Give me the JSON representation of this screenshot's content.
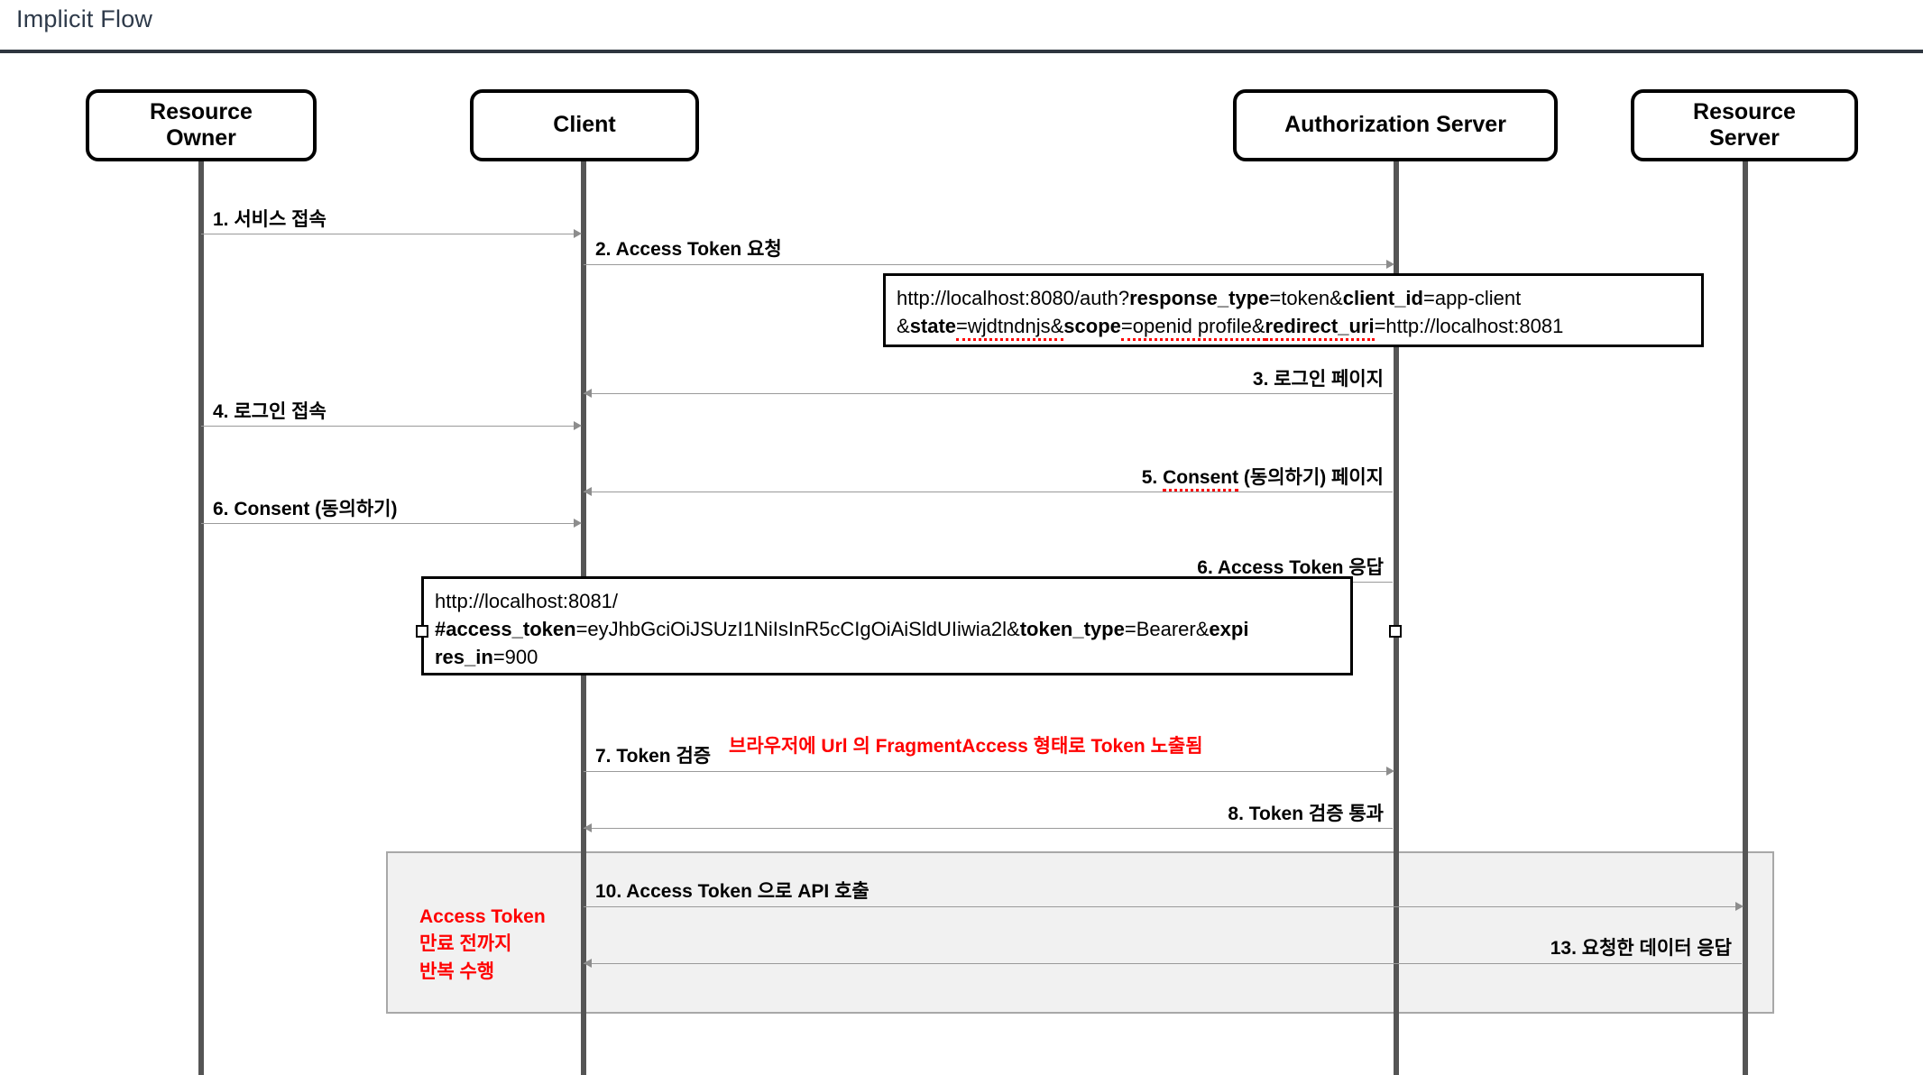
{
  "header": {
    "title": "Implicit Flow"
  },
  "participants": [
    {
      "name": "resource-owner",
      "label": "Resource\nOwner"
    },
    {
      "name": "client",
      "label": "Client"
    },
    {
      "name": "authorization-server",
      "label": "Authorization Server"
    },
    {
      "name": "resource-server",
      "label": "Resource\nServer"
    }
  ],
  "messages": [
    {
      "id": "m1",
      "label": "1. 서비스 접속"
    },
    {
      "id": "m2",
      "label": "2. Access Token 요청"
    },
    {
      "id": "m3",
      "label": "3. 로그인 페이지"
    },
    {
      "id": "m4",
      "label": "4. 로그인 접속"
    },
    {
      "id": "m5",
      "label": "5. Consent (동의하기) 페이지"
    },
    {
      "id": "m5a",
      "label": "5. "
    },
    {
      "id": "m5b",
      "label": "Consent"
    },
    {
      "id": "m5c",
      "label": " (동의하기) 페이지"
    },
    {
      "id": "m6",
      "label": "6. Consent (동의하기)"
    },
    {
      "id": "m7",
      "label": "6. Access Token 응답"
    },
    {
      "id": "m8",
      "label": "7. Token 검증"
    },
    {
      "id": "m9",
      "label": "8. Token 검증 통과"
    },
    {
      "id": "m10",
      "label": "10. Access Token 으로 API 호출"
    },
    {
      "id": "m11",
      "label": "13. 요청한 데이터 응답"
    }
  ],
  "notes": {
    "auth_request": {
      "line1_pre": "http://localhost:8080/auth?",
      "line1_k1": "response_type",
      "line1_v1": "=token&",
      "line1_k2": "client_id",
      "line1_v2": "=app-client",
      "line2_amp": "&",
      "line2_k1": "state",
      "line2_v1": "=wjdtndnjs&",
      "line2_k2": "scope",
      "line2_v2": "=openid profile&",
      "line2_k3": "redirect_uri",
      "line2_v3": "=http://localhost:8081"
    },
    "token_fragment": {
      "line1": "http://localhost:8081/",
      "k1": "#access_token",
      "v1": "=eyJhbGciOiJSUzI1NiIsInR5cCIgOiAiSldUIiwia2l&",
      "k2": "token_type",
      "v2": "=Bearer&",
      "k3": "expi",
      "k3b": "res_in",
      "v3": "=900"
    }
  },
  "annotations": {
    "fragment_warning": "브라우저에 Url 의 FragmentAccess 형태로 Token 노출됨"
  },
  "loop": {
    "label_line1": "Access Token",
    "label_line2": "만료 전까지",
    "label_line3": "반복 수행"
  },
  "colors": {
    "title": "#2e3a4a",
    "header_rule": "#2f3640",
    "lifeline": "#555555",
    "message_line": "#9a9a9a",
    "note_border": "#000000",
    "annotation_red": "#ff0000",
    "loop_fill": "#f1f1f1",
    "loop_border": "#a8a8a8"
  }
}
